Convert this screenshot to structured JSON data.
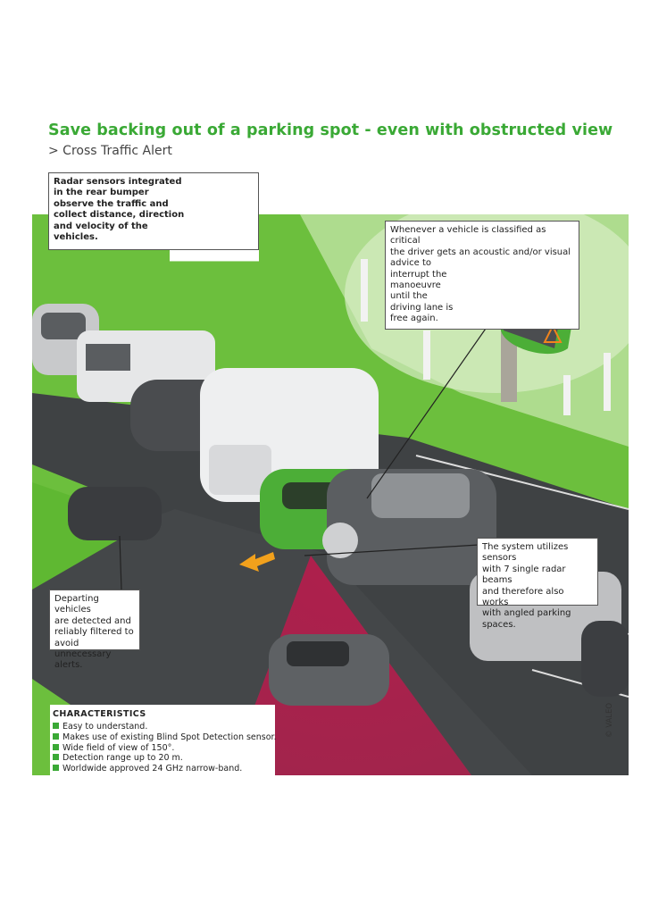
{
  "header": {
    "title": "Save backing out of a parking spot - even with obstructed view",
    "subtitle": "> Cross Traffic Alert"
  },
  "callouts": {
    "radar": [
      "Radar sensors integrated",
      "in the rear bumper",
      "observe the traffic and",
      "collect distance, direction",
      "and velocity of the",
      "vehicles."
    ],
    "critical": [
      "Whenever a vehicle is classified as critical",
      "the driver gets an acoustic and/or visual",
      "advice to",
      "interrupt the",
      "manoeuvre",
      "until the",
      "driving lane is",
      "free again."
    ],
    "system": [
      "The system utilizes sensors",
      "with 7 single radar beams",
      "and therefore also works",
      "with angled parking",
      "spaces."
    ],
    "departing": [
      "Departing vehicles",
      "are detected and",
      "reliably filtered to",
      "avoid unnecessary",
      "alerts."
    ]
  },
  "characteristics": {
    "heading": "CHARACTERISTICS",
    "items": [
      "Easy to understand.",
      "Makes use of existing Blind Spot Detection sensor.",
      "Wide field of view of 150°.",
      "Detection range up to 20 m.",
      "Worldwide approved 24 GHz narrow-band."
    ]
  },
  "copyright": "© VALEO",
  "colors": {
    "brand_green": "#3aa935",
    "radar_red": "#c2184d",
    "grass": "#5fb832",
    "road": "#3f4244"
  }
}
